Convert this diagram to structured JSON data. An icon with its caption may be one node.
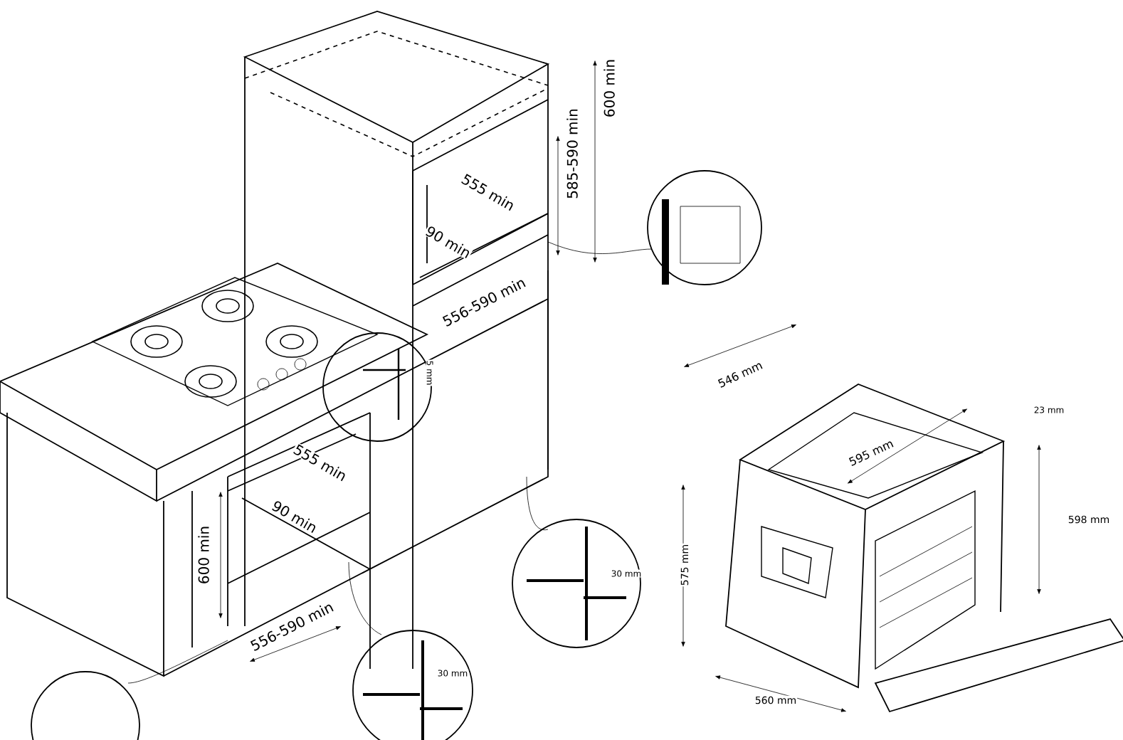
{
  "diagram": {
    "labels": [
      "585-590 min",
      "600 min",
      "555 min",
      "90 min",
      "556-590 min",
      "5 mm",
      "546 mm",
      "23 mm",
      "595 mm",
      "555 min",
      "598 mm",
      "90 min",
      "600 min",
      "30 mm",
      "575 mm",
      "556-590 min",
      "30 mm",
      "560 mm"
    ]
  }
}
